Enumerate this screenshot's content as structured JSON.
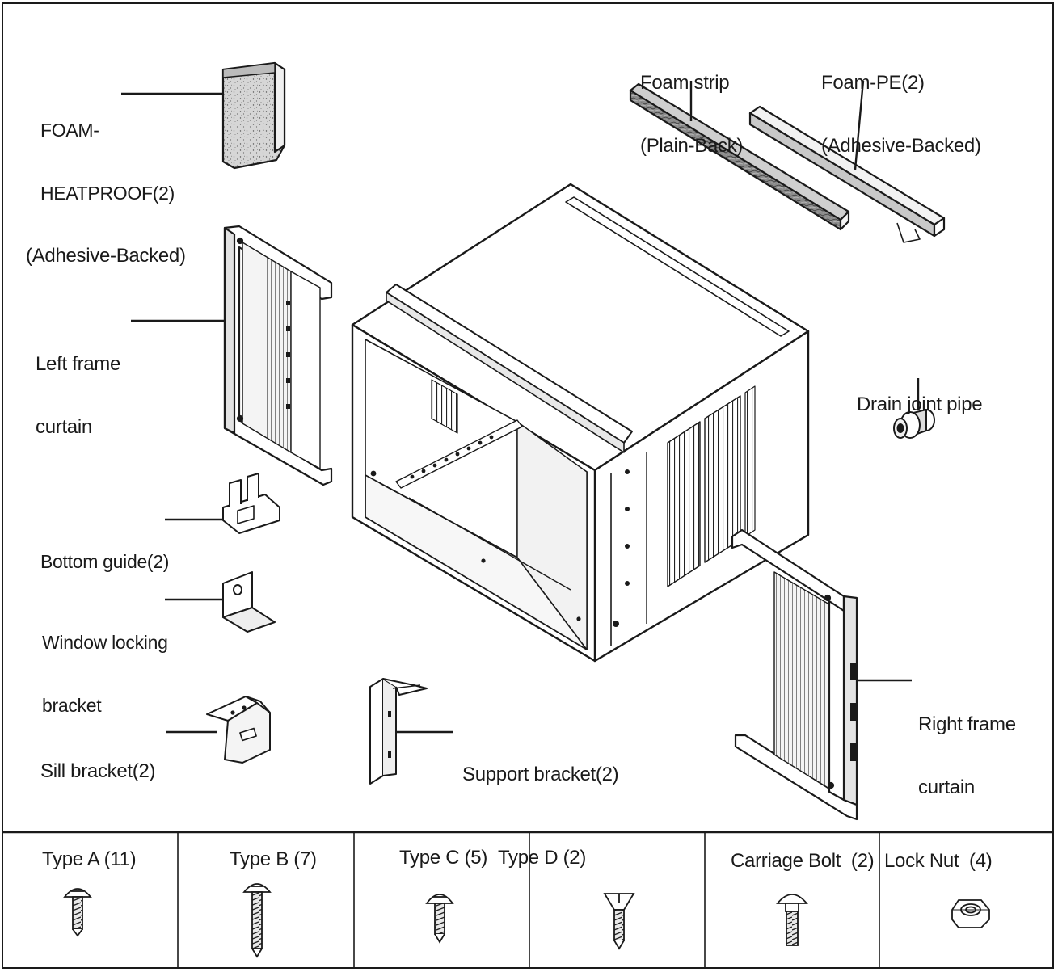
{
  "parts": {
    "foam_heatproof": [
      "FOAM-",
      "HEATPROOF(2)",
      "(Adhesive-Backed)"
    ],
    "foam_strip": [
      "Foam strip",
      "(Plain-Back)"
    ],
    "foam_pe": [
      "Foam-PE(2)",
      "(Adhesive-Backed)"
    ],
    "left_frame_curtain": [
      "Left frame",
      "curtain"
    ],
    "drain_joint_pipe": "Drain joint pipe",
    "bottom_guide": "Bottom guide(2)",
    "window_locking_bracket": [
      "Window locking",
      "bracket"
    ],
    "sill_bracket": "Sill bracket(2)",
    "support_bracket": "Support bracket(2)",
    "right_frame_curtain": [
      "Right frame",
      "curtain"
    ]
  },
  "hardware": {
    "type_a": "Type A (11)",
    "type_b": "Type B (7)",
    "type_c": "Type C (5)",
    "type_d": "Type D (2)",
    "carriage_bolt": "Carriage Bolt  (2)",
    "lock_nut": "Lock Nut  (4)"
  }
}
